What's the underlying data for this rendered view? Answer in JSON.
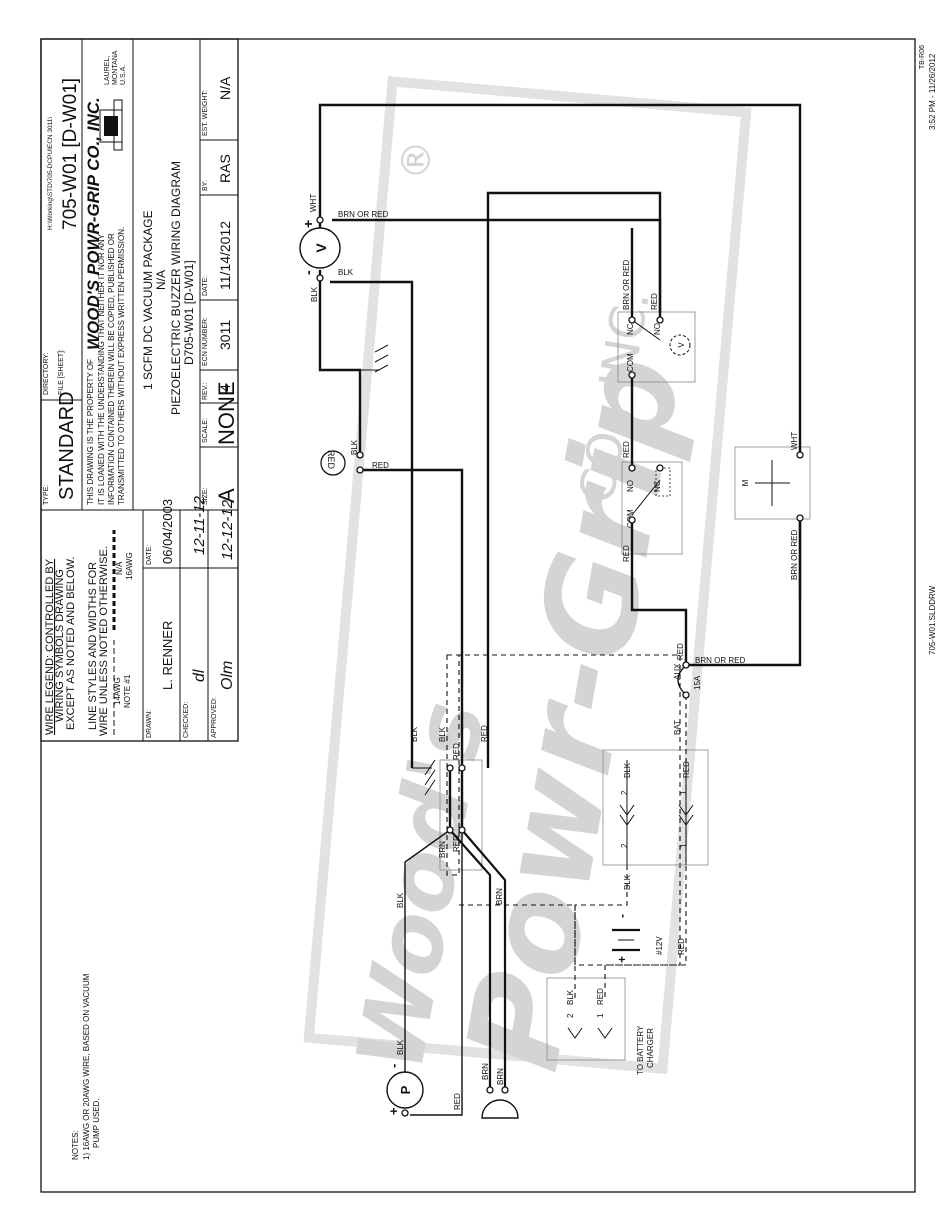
{
  "top_right": {
    "sheet_code": "TB-R06",
    "timestamp": "3:52 PM - 11/26/2012",
    "filename": "705-W01.SLDDRW"
  },
  "notes": {
    "heading": "NOTES:",
    "line1": "1) 16AWG OR 20AWG WIRE, BASED ON VACUUM",
    "line2": "PUMP USED."
  },
  "title_block": {
    "legend_title": "WIRE LEGEND: CONTROLLED BY",
    "legend_line2": "WIRING SYMBOLS DRAWING",
    "legend_line3": "EXCEPT AS NOTED AND BELOW.",
    "line_styles1": "LINE STYLES AND WIDTHS FOR",
    "line_styles2": "WIRE UNLESS NOTED OTHERWISE.",
    "awg14": "14AWG",
    "note1": "NOTE #1",
    "na": "N/A",
    "awg16": "16AWG",
    "drawn_label": "DRAWN:",
    "drawn_by": "L. RENNER",
    "date_label": "DATE:",
    "drawn_date": "06/04/2003",
    "checked_label": "CHECKED:",
    "checked_by": "dl",
    "checked_date": "12-11-12",
    "approved_label": "APPROVED:",
    "approved_by": "Olm",
    "approved_date": "12-12-12",
    "type_label": "TYPE:",
    "type_value": "STANDARD",
    "directory_label": "DIRECTORY:",
    "directory_value": "H:\\Working\\STD\\705-DCPUIECN 3011\\",
    "file_label": "FILE [SHEET]:",
    "file_value": "705-W01 [D-W01]",
    "property1": "THIS DRAWING IS THE PROPERTY OF",
    "company": "WOOD'S POWR-GRIP CO., INC.",
    "property2": "IT IS LOANED WITH THE UNDERSTANDING THAT NEITHER IT NOR ANY",
    "property3": "INFORMATION CONTAINED THEREIN WILL BE COPIED, PUBLISHED OR",
    "property4": "TRANSMITTED TO OTHERS WITHOUT EXPRESS WRITTEN PERMISSION.",
    "city": "LAUREL,",
    "state": "MONTANA",
    "country": "U.S.A.",
    "title1": "1 SCFM DC VACUUM PACKAGE",
    "title2": "N/A",
    "title3": "PIEZOELECTRIC BUZZER WIRING DIAGRAM",
    "title4": "D705-W01 [D-W01]",
    "size_label": "SIZE:",
    "size_value": "A",
    "scale_label": "SCALE:",
    "scale_value": "NONE",
    "rev_label": "REV.:",
    "rev_value": "4",
    "ecn_label": "ECN NUMBER:",
    "ecn_value": "3011",
    "date2_label": "DATE:",
    "date2_value": "11/14/2012",
    "by_label": "BY:",
    "by_value": "RAS",
    "weight_label": "EST. WEIGHT:",
    "weight_value": "N/A"
  },
  "diagram": {
    "gauge_symbol": "V",
    "pump_symbol": "P",
    "motor_symbol": "M",
    "plus": "+",
    "minus": "-",
    "blk": "BLK",
    "red": "RED",
    "wht": "WHT",
    "brn": "BRN",
    "brn_or_red": "BRN OR RED",
    "led_label": "RED",
    "com": "COM",
    "nc": "NC",
    "no": "NO",
    "fuse": "15A",
    "aux": "AUX",
    "bat": "BAT",
    "battery": "#12V",
    "charger1": "TO BATTERY",
    "charger2": "CHARGER",
    "pin1": "1",
    "pin2": "2"
  },
  "watermark": {
    "line1": "Wood's",
    "line2": "Powr-Grip",
    "line3": "CO., INC.",
    "registered": "®"
  }
}
